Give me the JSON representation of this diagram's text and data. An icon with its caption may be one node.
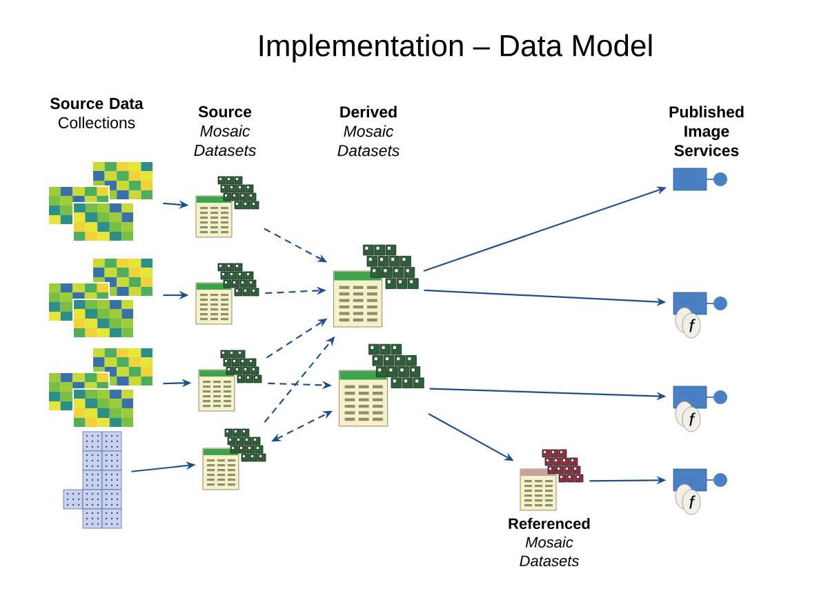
{
  "diagram": {
    "title": "Implementation – Data Model",
    "nodes": [
      {
        "text": [],
        "shape": "picture"
      },
      {
        "text": [],
        "shape": "picture"
      },
      {
        "text": [],
        "shape": "picture"
      },
      {
        "text": [],
        "shape": "picture"
      },
      {
        "text": [],
        "shape": "picture"
      },
      {
        "text": [],
        "shape": "picture"
      },
      {
        "text": [],
        "shape": "picture"
      },
      {
        "text": [],
        "shape": "picture"
      },
      {
        "text": [],
        "shape": "picture"
      },
      {
        "text": [],
        "shape": "picture"
      },
      {
        "text": [],
        "shape": "picture",
        "beside": [
          "**Referenced** *Mosaic Datasets*"
        ]
      },
      {
        "text": [],
        "shape": "picture"
      },
      {
        "text": [
          "f"
        ]
      },
      {
        "text": [
          "f"
        ]
      },
      {
        "text": [
          "f"
        ]
      }
    ],
    "edges": [
      {
        "from": 0,
        "to": 4,
        "arrow": "to"
      },
      {
        "from": 1,
        "to": 5,
        "arrow": "to"
      },
      {
        "from": 2,
        "to": 6,
        "arrow": "to"
      },
      {
        "from": 3,
        "to": 7,
        "arrow": "to"
      },
      {
        "from": 4,
        "to": 8,
        "arrow": "to",
        "style": "dashed"
      },
      {
        "from": 5,
        "to": 8,
        "arrow": "to",
        "style": "dashed"
      },
      {
        "from": 6,
        "to": 8,
        "arrow": "to",
        "style": "dashed"
      },
      {
        "from": 6,
        "to": 9,
        "arrow": "to",
        "style": "dashed"
      },
      {
        "from": 7,
        "to": 8,
        "arrow": "to",
        "style": "dashed"
      },
      {
        "from": 7,
        "to": 9,
        "arrow": "both",
        "style": "dashed"
      },
      {
        "from": 8,
        "to": 11,
        "arrow": "to"
      },
      {
        "from": 8,
        "to": 12,
        "arrow": "to"
      },
      {
        "from": 9,
        "to": 13,
        "arrow": "to"
      },
      {
        "from": 9,
        "to": 10,
        "arrow": "to"
      },
      {
        "from": 10,
        "to": 14,
        "arrow": "to"
      }
    ],
    "labels": [
      "**Source Data** Collections",
      "**Source** *Mosaic Datasets*",
      "**Derived** *Mosaic Datasets*",
      "Published Image Services"
    ]
  }
}
